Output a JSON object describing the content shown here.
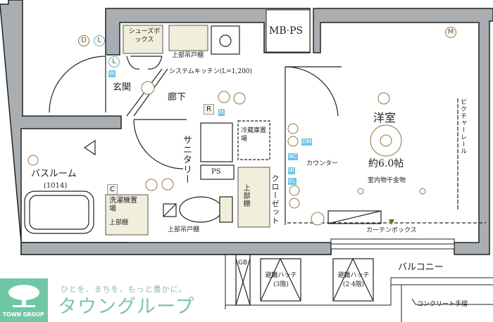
{
  "rooms": {
    "entrance": "玄関",
    "hallway": "廊下",
    "shoe_box": "シューズボックス",
    "kitchen_upper_cabinet": "上部吊戸棚",
    "kitchen": "システムキッチン(L=1,200)",
    "mb_ps": "MB·PS",
    "sanitary": "サニタリー",
    "fridge_space": "冷蔵庫置場",
    "ps": "PS",
    "closet": "クローゼット",
    "closet_upper_shelf": "上部棚",
    "western_room": "洋室",
    "room_size": "約6.0帖",
    "counter": "カウンター",
    "drying_hardware": "室内物干金物",
    "picture_rail": "ピクチャーレール",
    "curtain_box": "カーテンボックス",
    "bathroom": "バスルーム",
    "bathroom_size": "(1014)",
    "washer_space": "洗濯機置場",
    "washer_upper_shelf": "上部棚",
    "toilet_upper_cabinet": "上部吊戸棚",
    "balcony": "バルコニー",
    "hatch_3f": "避難ハッチ(3階)",
    "hatch_24f": "避難ハッチ(2·4階)",
    "gb": "GB",
    "handrail": "コンクリート手摺"
  },
  "symbols": {
    "d": "D",
    "l": "L",
    "l2": "L",
    "w": "W",
    "r": "R",
    "m": "M",
    "m2": "M",
    "c": "C",
    "dm": "DM",
    "nc": "NC",
    "ir": "IR",
    "el": "EL"
  },
  "brand": {
    "tagline": "ひとを、まちを、もっと豊かに。",
    "name": "タウングループ",
    "logo_text": "TOWN GROUP"
  },
  "colors": {
    "wall": "#a9aeb3",
    "fixture": "#f2eedc",
    "brand": "#6fc7a6",
    "badge": "#6ec3e6"
  }
}
